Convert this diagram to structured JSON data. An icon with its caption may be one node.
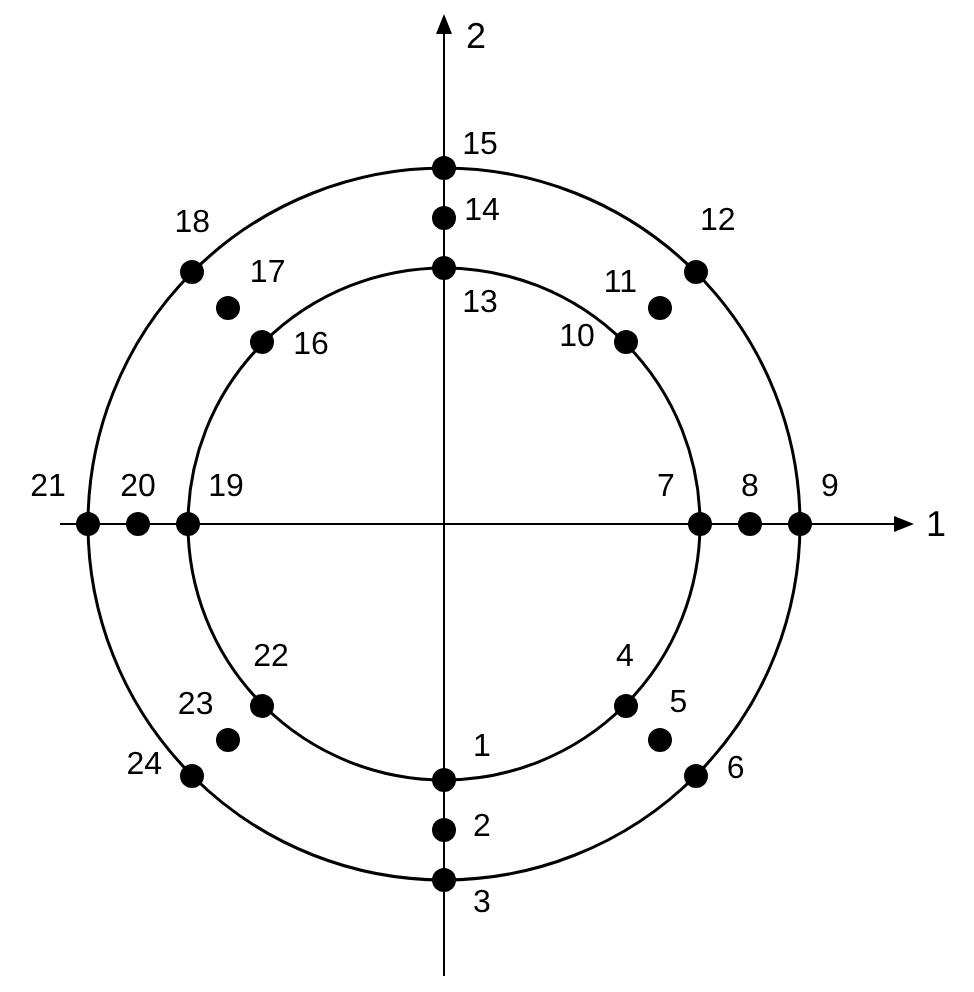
{
  "diagram": {
    "nodes": [
      {
        "text": [],
        "shape": "circle",
        "beside": [
          "15"
        ]
      },
      {
        "text": [],
        "shape": "circle",
        "beside": [
          "18"
        ]
      },
      {
        "text": [],
        "shape": "circle",
        "beside": [
          "14"
        ]
      },
      {
        "text": [],
        "shape": "circle",
        "beside": [
          "12"
        ]
      },
      {
        "text": [],
        "shape": "circle",
        "beside": [
          "13"
        ]
      },
      {
        "text": [],
        "shape": "circle",
        "beside": [
          "17"
        ]
      },
      {
        "text": [],
        "shape": "circle",
        "beside": [
          "11"
        ]
      },
      {
        "text": [],
        "shape": "circle",
        "beside": [
          "16"
        ]
      },
      {
        "text": [],
        "shape": "circle",
        "beside": [
          "10"
        ]
      },
      {
        "text": [],
        "shape": "circle",
        "beside": [
          "21"
        ]
      },
      {
        "text": [],
        "shape": "circle",
        "beside": [
          "20"
        ]
      },
      {
        "text": [],
        "shape": "circle",
        "beside": [
          "19"
        ]
      },
      {
        "text": [],
        "shape": "circle",
        "beside": [
          "7"
        ]
      },
      {
        "text": [],
        "shape": "circle",
        "beside": [
          "8"
        ]
      },
      {
        "text": [],
        "shape": "circle",
        "beside": [
          "9"
        ]
      },
      {
        "text": [],
        "shape": "circle",
        "beside": [
          "22"
        ]
      },
      {
        "text": [],
        "shape": "circle",
        "beside": [
          "4"
        ]
      },
      {
        "text": [],
        "shape": "circle",
        "beside": [
          "23"
        ]
      },
      {
        "text": [],
        "shape": "circle",
        "beside": [
          "5"
        ]
      },
      {
        "text": [],
        "shape": "circle",
        "beside": [
          "24"
        ]
      },
      {
        "text": [],
        "shape": "circle",
        "beside": [
          "6"
        ]
      },
      {
        "text": [],
        "shape": "circle",
        "beside": [
          "1"
        ]
      },
      {
        "text": [],
        "shape": "circle",
        "beside": [
          "2"
        ]
      },
      {
        "text": [],
        "shape": "circle",
        "beside": [
          "3"
        ]
      }
    ],
    "labels": [
      "2",
      "1"
    ]
  }
}
